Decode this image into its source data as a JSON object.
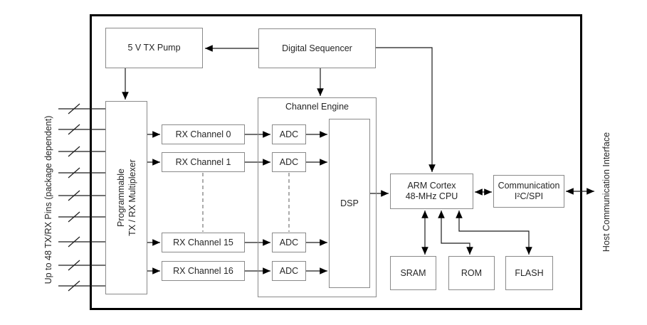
{
  "diagram": {
    "blocks": {
      "tx_pump": "5 V TX Pump",
      "digital_sequencer": "Digital Sequencer",
      "multiplexer": "Programmable\nTX / RX Multiplexer",
      "channel_engine": "Channel Engine",
      "rx_channels": [
        "RX Channel 0",
        "RX Channel 1",
        "RX Channel 15",
        "RX Channel 16"
      ],
      "adc": "ADC",
      "dsp": "DSP",
      "cpu": "ARM Cortex\n48-MHz CPU",
      "communication": "Communication\nI²C/SPI",
      "sram": "SRAM",
      "rom": "ROM",
      "flash": "FLASH"
    },
    "labels": {
      "left_pins": "Up to 48 TX/RX Pins (package dependent)",
      "right_host": "Host Communication Interface"
    },
    "colors": {
      "background": "#ffffff",
      "outer_border": "#000000",
      "box_border": "#8a8a8a",
      "wire": "#1c1c1c",
      "text": "#262626"
    }
  }
}
